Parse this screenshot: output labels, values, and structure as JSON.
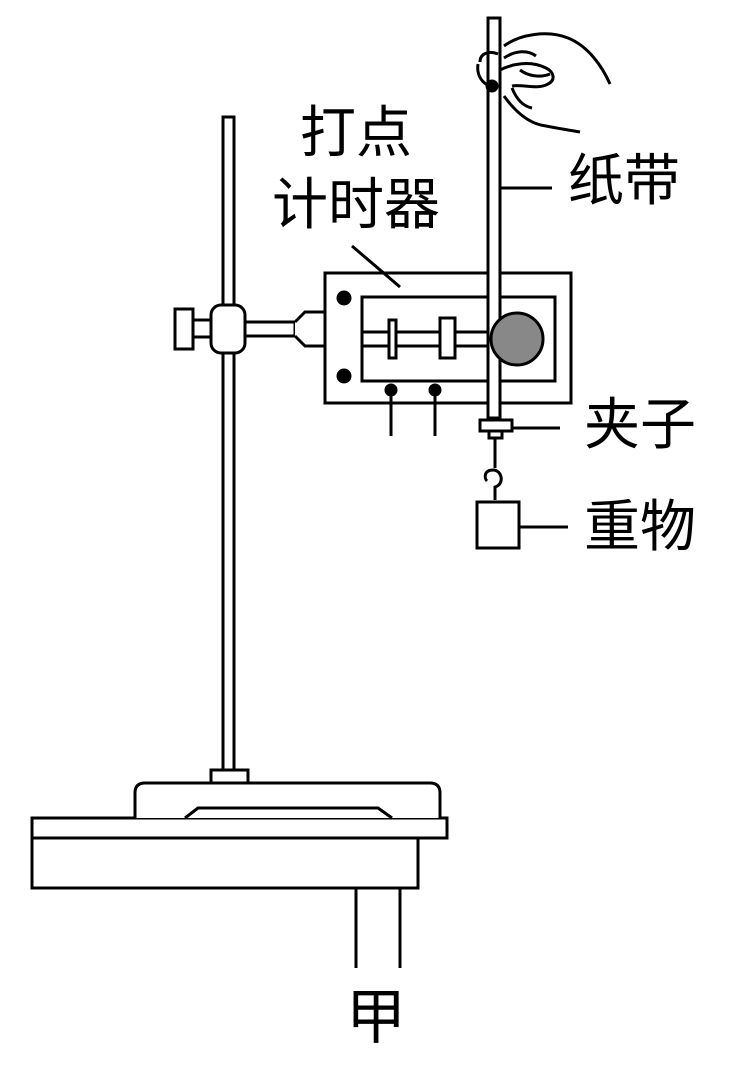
{
  "labels": {
    "timer_line1": "打点",
    "timer_line2": "计时器",
    "paper_tape": "纸带",
    "clip": "夹子",
    "weight": "重物",
    "caption": "甲"
  }
}
